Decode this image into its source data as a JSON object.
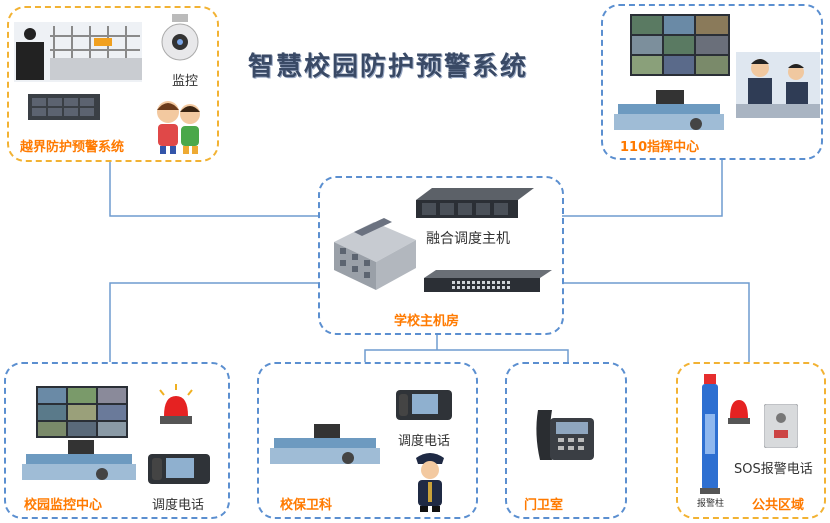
{
  "title": "智慧校园防护预警系统",
  "nodes": {
    "perimeter": {
      "label": "越界防护预警系统",
      "monitor_text": "监控"
    },
    "command": {
      "label": "110指挥中心"
    },
    "server_room": {
      "label": "学校主机房",
      "host_text": "融合调度主机"
    },
    "campus_monitor": {
      "label": "校园监控中心",
      "phone_text": "调度电话"
    },
    "security": {
      "label": "校保卫科",
      "phone_text": "调度电话"
    },
    "gate": {
      "label": "门卫室"
    },
    "public": {
      "label": "公共区域",
      "sos_text": "SOS报警电话",
      "pillar_text": "报警柱"
    }
  },
  "colors": {
    "box_blue": "#5b8fd0",
    "box_yellow": "#f2b233",
    "label_orange": "#ff7a00",
    "line": "#6f9ccf"
  }
}
